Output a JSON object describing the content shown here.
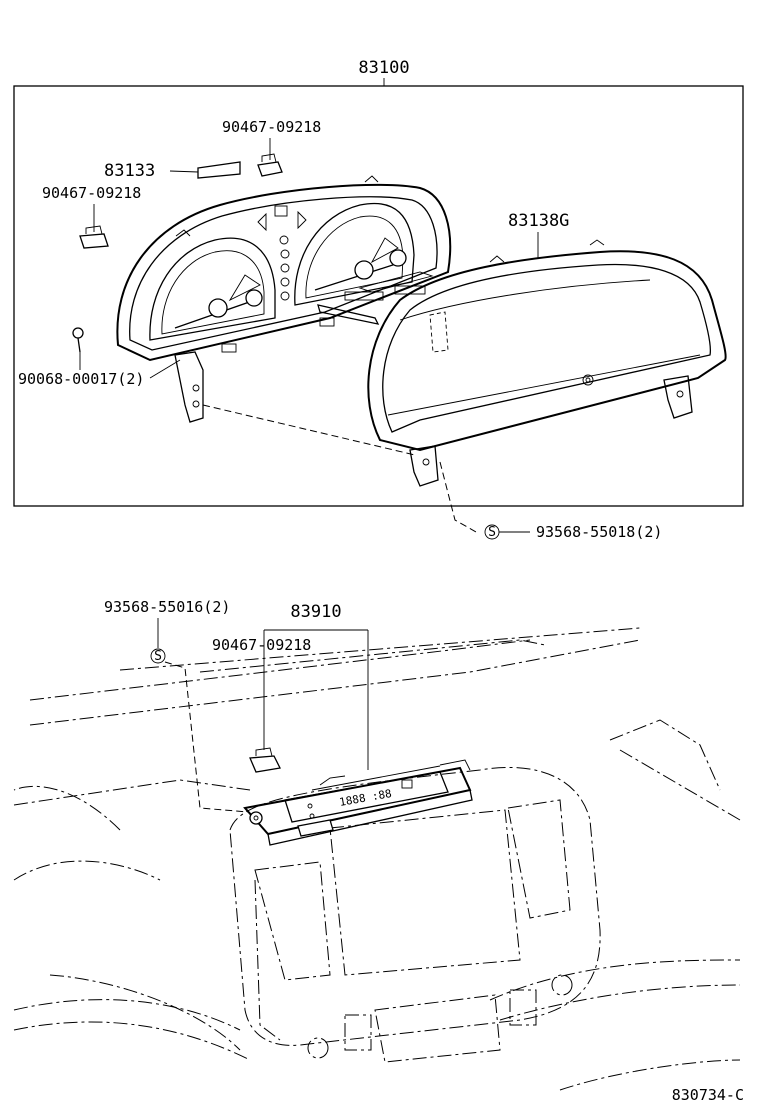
{
  "assembly_top": "83100",
  "parts": {
    "clip_top": "90467-09218",
    "label_plate": "83133",
    "clip_left": "90467-09218",
    "lens": "83138G",
    "screw": "90068-00017(2)",
    "bolt_top": "93568-55018(2)",
    "bolt_bottom": "93568-55016(2)",
    "clock_assembly": "83910",
    "clip_bottom": "90467-09218"
  },
  "bolt_symbol": "S",
  "display_text": "1888 :88",
  "figure_id": "830734-C"
}
